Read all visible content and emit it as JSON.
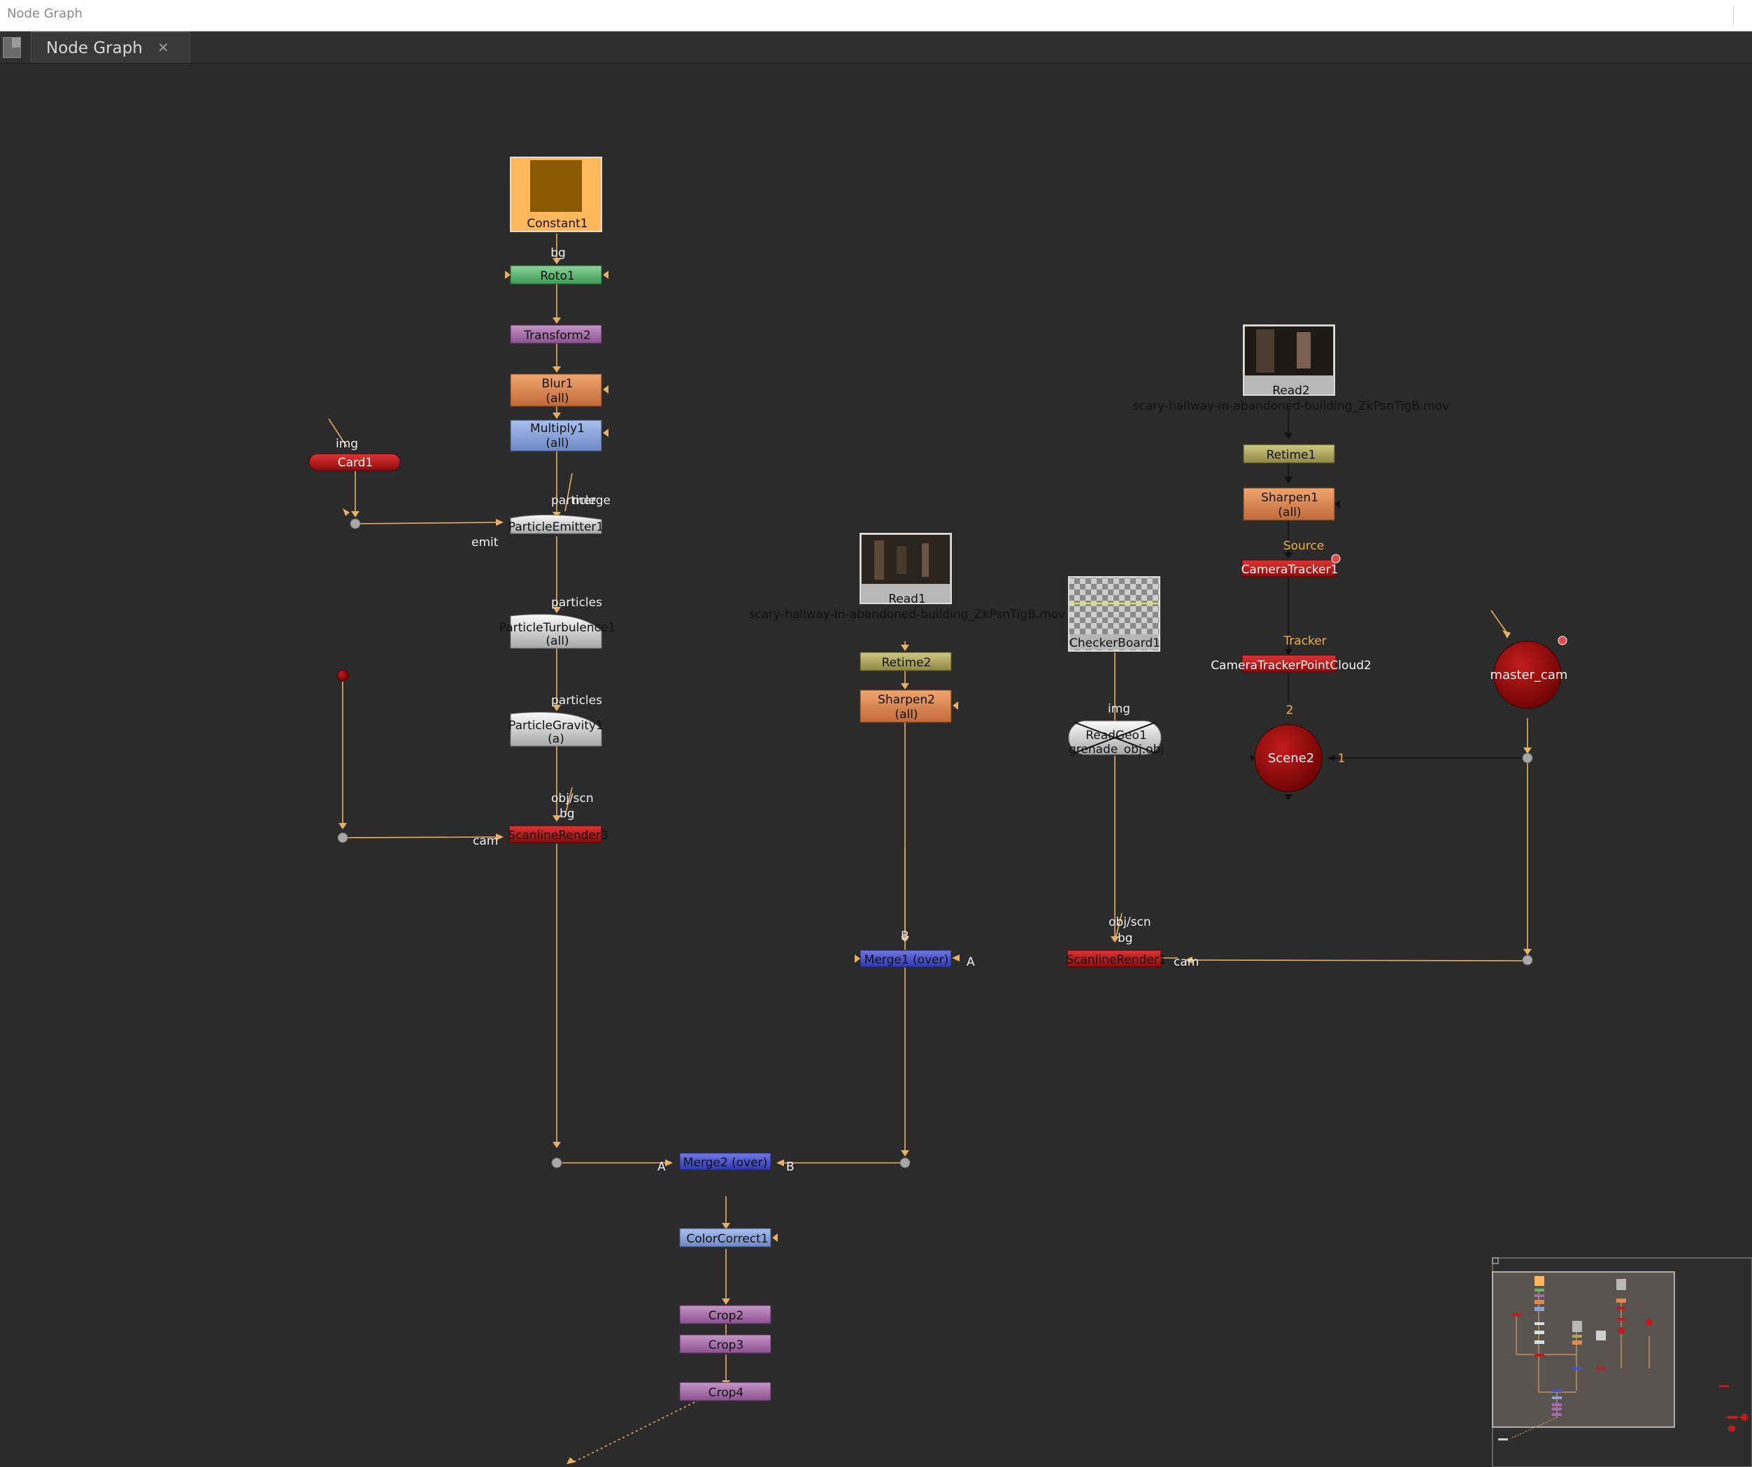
{
  "window": {
    "title": "Node Graph"
  },
  "tab": {
    "label": "Node Graph",
    "close_icon": "✕"
  },
  "colors": {
    "background": "#2b2b2b",
    "pipe": "#e8b062",
    "pipe_dark": "#111111",
    "node_text": "#111111",
    "input_label": "#f0f0f0",
    "tracker_label": "#f0b048"
  },
  "nodes": {
    "constant1": "Constant1",
    "roto1": "Roto1",
    "transform2": "Transform2",
    "blur1": "Blur1",
    "blur1_sub": "(all)",
    "multiply1": "Multiply1",
    "multiply1_sub": "(all)",
    "card1": "Card1",
    "particle_emitter1": "ParticleEmitter1",
    "particle_turbulence1": "ParticleTurbulence1",
    "particle_turbulence1_sub": "(all)",
    "particle_gravity1": "ParticleGravity1",
    "particle_gravity1_sub": "(a)",
    "scanline_render3": "ScanlineRender3",
    "read1": "Read1",
    "read1_file": "scary-hallway-in-abandoned-building_ZkPsnTigB.mov",
    "retime2": "Retime2",
    "sharpen2": "Sharpen2",
    "sharpen2_sub": "(all)",
    "checkerboard1": "CheckerBoard1",
    "readgeo1": "ReadGeo1",
    "readgeo1_file": "grenade_obj.obj",
    "read2": "Read2",
    "read2_file": "scary-hallway-in-abandoned-building_ZkPsnTigB.mov",
    "retime1": "Retime1",
    "sharpen1": "Sharpen1",
    "sharpen1_sub": "(all)",
    "camera_tracker1": "CameraTracker1",
    "camera_tracker_point_cloud2": "CameraTrackerPointCloud2",
    "master_cam": "master_cam",
    "scene2": "Scene2",
    "scanline_render1": "ScanlineRender1",
    "merge1": "Merge1 (over)",
    "merge2": "Merge2 (over)",
    "color_correct1": "ColorCorrect1",
    "crop2": "Crop2",
    "crop3": "Crop3",
    "crop4": "Crop4"
  },
  "input_labels": {
    "bg": "bg",
    "img": "img",
    "emit": "emit",
    "particle": "particle",
    "merge": "merge",
    "particles": "particles",
    "obj_scn": "obj/scn",
    "cam": "cam",
    "a": "A",
    "b": "B",
    "source": "Source",
    "tracker": "Tracker",
    "two": "2",
    "one": "1"
  },
  "icons": [
    "panel-grip-icon",
    "close-icon",
    "node-error-badge-icon",
    "minimap-icon"
  ]
}
